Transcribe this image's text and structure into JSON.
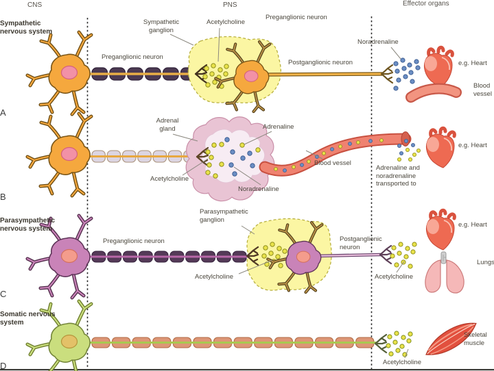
{
  "headers": {
    "cns": "CNS",
    "pns": "PNS",
    "effector": "Effector organs",
    "preganglionic_top": "Preganglionic neuron"
  },
  "sympathetic": {
    "title": "Sympathetic nervous system",
    "letter": "A",
    "preganglionic": "Preganglionic neuron",
    "ganglion": "Sympathetic ganglion",
    "acetylcholine": "Acetylcholine",
    "postganglionic": "Postganglionic neuron",
    "noradrenaline": "Noradrenaline",
    "heart": "e.g. Heart",
    "blood_vessel": "Blood vessel"
  },
  "adrenal": {
    "letter": "B",
    "gland": "Adrenal gland",
    "adrenaline": "Adrenaline",
    "acetylcholine": "Acetylcholine",
    "noradrenaline": "Noradrenaline",
    "blood_vessel": "Blood vessel",
    "transport": "Adrenaline and\nnoradrenaline\ntransported to",
    "heart": "e.g. Heart"
  },
  "parasympathetic": {
    "title": "Parasympathetic nervous system",
    "letter": "C",
    "preganglionic": "Preganglionic neuron",
    "ganglion": "Parasympathetic ganglion",
    "acetylcholine_ganglion": "Acetylcholine",
    "postganglionic": "Postganglionic\nneuron",
    "acetylcholine_effector": "Acetylcholine",
    "heart": "e.g. Heart",
    "lungs": "Lungs"
  },
  "somatic": {
    "title": "Somatic nervous system",
    "letter": "D",
    "acetylcholine": "Acetylcholine",
    "muscle": "Skeletal muscle"
  },
  "palette": {
    "acetylcholine_dot": "#e9e24a",
    "noradrenaline_dot": "#6b8ec4",
    "sympathetic_neuron": "#f5a83e",
    "parasympathetic_neuron": "#c983b8",
    "somatic_neuron": "#cade7e",
    "ganglion_fill": "#fbf6a3",
    "adrenal_outer": "#e9c4d4",
    "adrenal_inner": "#f7ecf3",
    "heart_red": "#ee6a52",
    "lung_pink": "#f5b8b8",
    "muscle_red": "#e2503e",
    "myelin_sympathetic": "#4c3a52",
    "myelin_adrenal": "#dcd5e2",
    "myelin_parasympathetic": "#553a58",
    "myelin_somatic": "#dd9677"
  }
}
